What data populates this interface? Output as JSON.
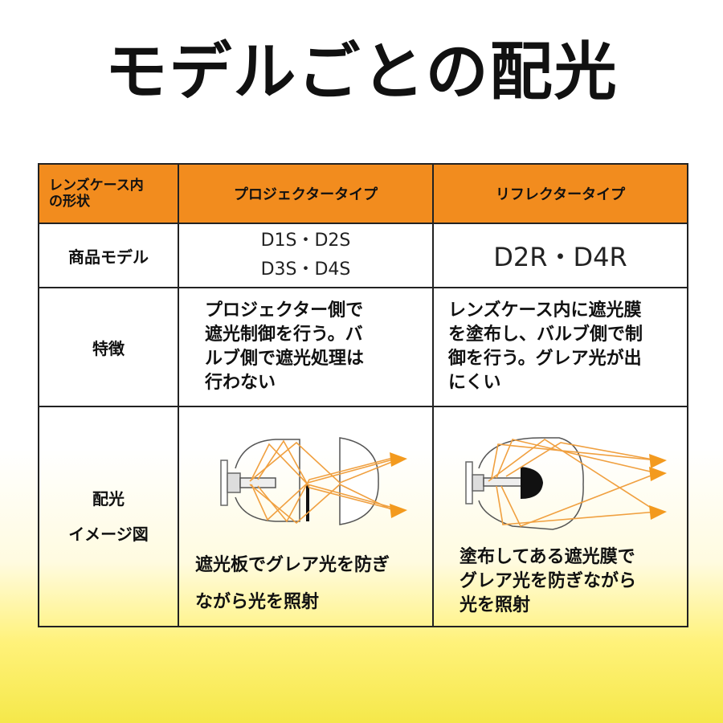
{
  "title": "モデルごとの配光",
  "table": {
    "header": {
      "shape": [
        "レンズケース内",
        "の形状"
      ],
      "projector": "プロジェクタータイプ",
      "reflector": "リフレクタータイプ"
    },
    "model_row": {
      "label": "商品モデル",
      "projector": [
        "D1S・D2S",
        "D3S・D4S"
      ],
      "reflector": "D2R・D4R"
    },
    "feature_row": {
      "label": "特徴",
      "projector": [
        "プロジェクター側で",
        "遮光制御を行う。バ",
        "ルブ側で遮光処理は",
        "行わない"
      ],
      "reflector": [
        "レンズケース内に遮光膜",
        "を塗布し、バルブ側で制",
        "御を行う。グレア光が出",
        "にくい"
      ]
    },
    "image_row": {
      "label": [
        "配光",
        "イメージ図"
      ],
      "projector_caption": [
        "遮光板でグレア光を防ぎ",
        "ながら光を照射"
      ],
      "reflector_caption": [
        "塗布してある遮光膜で",
        "グレア光を防ぎながら",
        "光を照射"
      ]
    }
  },
  "colors": {
    "header_bg": "#f28c1e",
    "ray": "#f0a040",
    "arrow": "#f39a1e",
    "border": "#222222"
  }
}
